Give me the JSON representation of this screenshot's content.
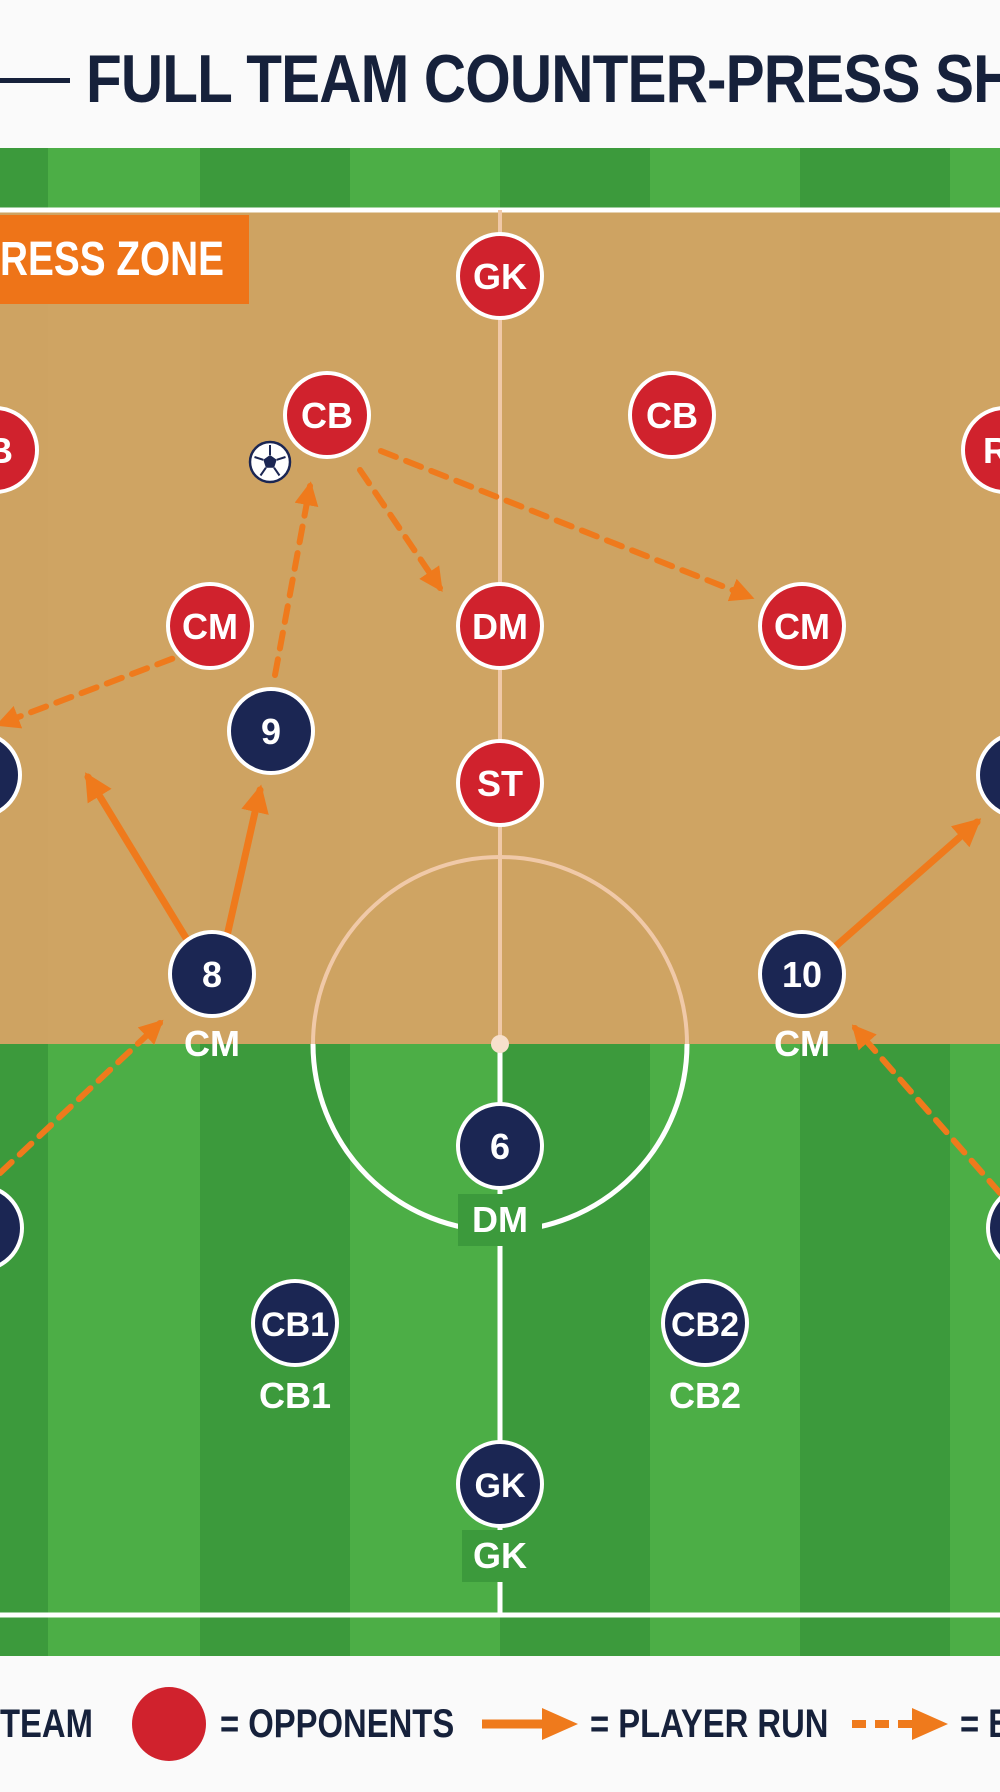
{
  "title": "FULL TEAM COUNTER-PRESS SH",
  "zone_label": "RESS ZONE",
  "colors": {
    "pitch_light": "#4cae46",
    "pitch_dark": "#3c9a3c",
    "press_zone": "#d9a465",
    "zone_tag": "#ee7418",
    "opponent": "#d0222d",
    "team": "#1b2653",
    "arrow": "#ef7a1c",
    "line": "#ffffff"
  },
  "opponents": {
    "gk": "GK",
    "cb_left": "CB",
    "cb_right": "CB",
    "fb_left": "B",
    "fb_right": "R",
    "cm_left": "CM",
    "dm": "DM",
    "cm_right": "CM",
    "st": "ST"
  },
  "team": {
    "p9": {
      "number": "9"
    },
    "p8": {
      "number": "8",
      "role": "CM"
    },
    "p10": {
      "number": "10",
      "role": "CM"
    },
    "p6": {
      "number": "6",
      "role": "DM"
    },
    "cb1": {
      "number": "CB1",
      "role": "CB1"
    },
    "cb2": {
      "number": "CB2",
      "role": "CB2"
    },
    "gk": {
      "number": "GK",
      "role": "GK"
    }
  },
  "legend": {
    "team": "TEAM",
    "opponents": "= OPPONENTS",
    "player_run": "= PLAYER RUN",
    "other": "= B"
  }
}
